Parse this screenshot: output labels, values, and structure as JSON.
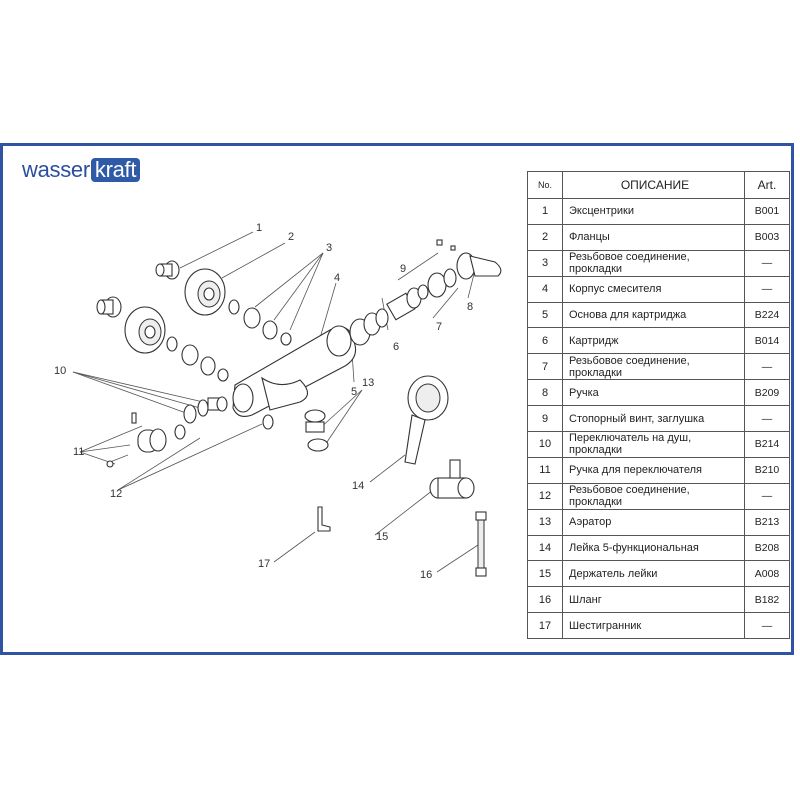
{
  "logo": {
    "wordmark_part1": "wasser",
    "wordmark_part2": "kraft"
  },
  "table": {
    "headers": {
      "no": "No.",
      "description": "ОПИСАНИЕ",
      "art": "Art."
    },
    "rows": [
      {
        "no": "1",
        "description": "Эксцентрики",
        "art": "B001"
      },
      {
        "no": "2",
        "description": "Фланцы",
        "art": "B003"
      },
      {
        "no": "3",
        "description": "Резьбовое соединение, прокладки",
        "art": "—"
      },
      {
        "no": "4",
        "description": "Корпус смесителя",
        "art": "—"
      },
      {
        "no": "5",
        "description": "Основа для картриджа",
        "art": "B224"
      },
      {
        "no": "6",
        "description": "Картридж",
        "art": "B014"
      },
      {
        "no": "7",
        "description": "Резьбовое соединение, прокладки",
        "art": "—"
      },
      {
        "no": "8",
        "description": "Ручка",
        "art": "B209"
      },
      {
        "no": "9",
        "description": "Стопорный винт, заглушка",
        "art": "—"
      },
      {
        "no": "10",
        "description": "Переключатель на душ, прокладки",
        "art": "B214"
      },
      {
        "no": "11",
        "description": "Ручка для переключателя",
        "art": "B210"
      },
      {
        "no": "12",
        "description": "Резьбовое соединение, прокладки",
        "art": "—"
      },
      {
        "no": "13",
        "description": "Аэратор",
        "art": "B213"
      },
      {
        "no": "14",
        "description": "Лейка 5-функциональная",
        "art": "B208"
      },
      {
        "no": "15",
        "description": "Держатель лейки",
        "art": "A008"
      },
      {
        "no": "16",
        "description": "Шланг",
        "art": "B182"
      },
      {
        "no": "17",
        "description": "Шестигранник",
        "art": "—"
      }
    ]
  },
  "diagram": {
    "callouts": [
      "1",
      "2",
      "3",
      "4",
      "5",
      "6",
      "7",
      "8",
      "9",
      "10",
      "11",
      "12",
      "13",
      "14",
      "15",
      "16",
      "17"
    ]
  },
  "colors": {
    "frame": "#2f54a3",
    "brand": "#2f5aa8",
    "line": "#555555"
  }
}
